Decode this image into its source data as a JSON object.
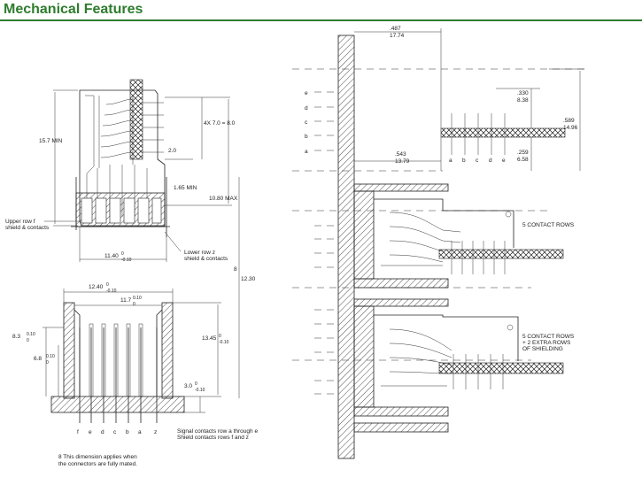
{
  "header": {
    "title": "Mechanical Features"
  },
  "left_top": {
    "dim_157": "15.7 MIN",
    "dim_4x": "4X 7.0 = 8.0",
    "dim_20": "2.0",
    "dim_165": "1.65 MIN",
    "dim_1080": "10.80 MAX",
    "dim_1140": "11.40",
    "dim_1140_tol_top": "0",
    "dim_1140_tol_bot": "-0.10",
    "upper_row_l1": "Upper row f",
    "upper_row_l2": "shield & contacts",
    "lower_row_l1": "Lower row z",
    "lower_row_l2": "shield & contacts",
    "dim_8": "8",
    "dim_1230": "12.30"
  },
  "left_bottom": {
    "dim_1240": "12.40",
    "dim_1240_tol_top": "0",
    "dim_1240_tol_bot": "-0.10",
    "dim_117": "11.7",
    "dim_117_tol_top": "0.10",
    "dim_117_tol_bot": "0",
    "dim_83": "8.3",
    "dim_83_tol_top": "0.10",
    "dim_83_tol_bot": "0",
    "dim_68": "6.8",
    "dim_68_tol_top": "0.10",
    "dim_68_tol_bot": "0",
    "dim_1345": "13.45",
    "dim_1345_tol_top": "0",
    "dim_1345_tol_bot": "-0.10",
    "dim_30": "3.0",
    "dim_30_tol_top": "0",
    "dim_30_tol_bot": "-0.10",
    "pin_labels": [
      "f",
      "e",
      "d",
      "c",
      "b",
      "a",
      "z"
    ],
    "signal_note_l1": "Signal contacts row a through e",
    "signal_note_l2": "Shield contacts rows f and z",
    "footnote_l1": "8 This dimension applies when",
    "footnote_l2": "the connectors are fully mated."
  },
  "right": {
    "row_letters": [
      "e",
      "d",
      "c",
      "b",
      "a"
    ],
    "dim_487": ".487",
    "dim_1774": "17.74",
    "dim_330": ".330",
    "dim_838": "8.38",
    "dim_589": ".589",
    "dim_1496": "14.96",
    "dim_543": ".543",
    "dim_1379": "13.79",
    "dim_259": ".259",
    "dim_658": "6.58",
    "pcb_letters": [
      "a",
      "b",
      "c",
      "d",
      "e"
    ],
    "note_5rows": "5 CONTACT ROWS",
    "note_2rows_l1": "5 CONTACT ROWS",
    "note_2rows_l2": "+ 2 EXTRA ROWS",
    "note_2rows_l3": "OF SHIELDING"
  }
}
